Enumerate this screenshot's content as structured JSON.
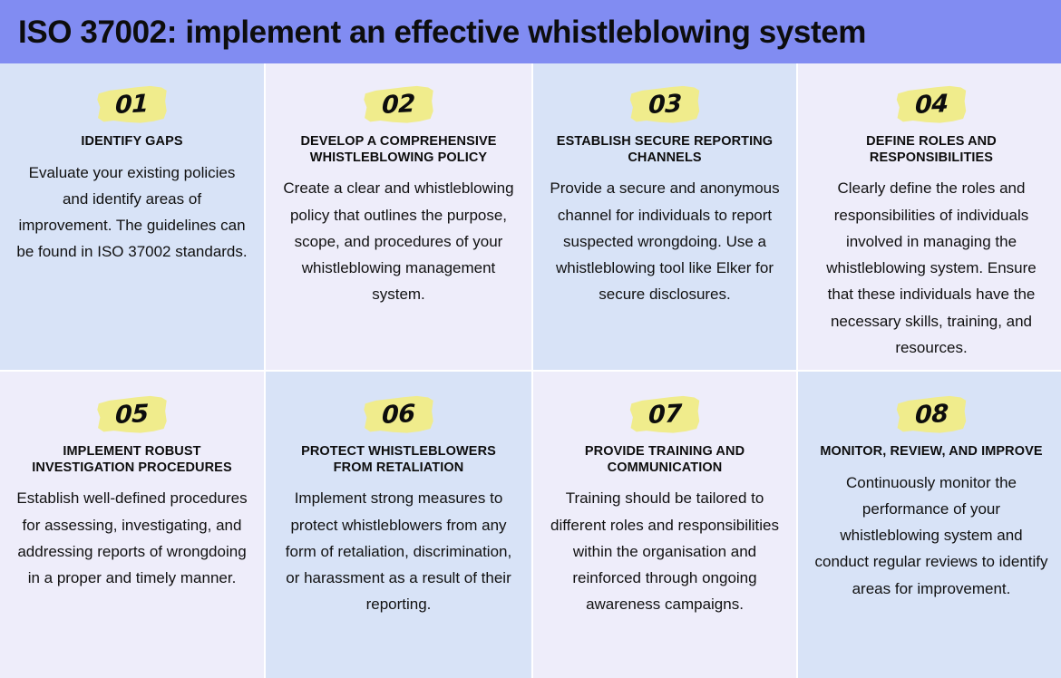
{
  "header": {
    "title": "ISO 37002: implement an effective whistleblowing system",
    "background_color": "#818cf2",
    "text_color": "#0d0d0d"
  },
  "theme": {
    "card_blue": "#d8e3f7",
    "card_lilac": "#eeedfa",
    "badge_yellow": "#f0ec8c",
    "page_background": "#ffffff"
  },
  "steps": [
    {
      "number": "01",
      "heading": "IDENTIFY GAPS",
      "body": "Evaluate your existing policies and identify areas of improvement. The guidelines can be found in ISO 37002 standards.",
      "tone": "tone-blue"
    },
    {
      "number": "02",
      "heading": "DEVELOP A COMPREHENSIVE WHISTLEBLOWING POLICY",
      "body": "Create a clear and whistleblowing policy that outlines the purpose, scope, and procedures of your whistleblowing management system.",
      "tone": "tone-lilac"
    },
    {
      "number": "03",
      "heading": "ESTABLISH SECURE REPORTING CHANNELS",
      "body": "Provide a secure and anonymous channel for individuals to report suspected wrongdoing. Use a whistleblowing tool like Elker for secure disclosures.",
      "tone": "tone-blue"
    },
    {
      "number": "04",
      "heading": "DEFINE ROLES AND RESPONSIBILITIES",
      "body": "Clearly define the roles and responsibilities of individuals involved in managing the whistleblowing system. Ensure that these individuals have the necessary skills, training, and resources.",
      "tone": "tone-lilac"
    },
    {
      "number": "05",
      "heading": "IMPLEMENT ROBUST INVESTIGATION PROCEDURES",
      "body": "Establish well-defined procedures for assessing, investigating, and addressing reports of wrongdoing in a proper and timely manner.",
      "tone": "tone-lilac"
    },
    {
      "number": "06",
      "heading": "PROTECT WHISTLEBLOWERS FROM RETALIATION",
      "body": "Implement strong measures to protect whistleblowers from any form of retaliation, discrimination, or harassment as a result of their reporting.",
      "tone": "tone-blue"
    },
    {
      "number": "07",
      "heading": "PROVIDE TRAINING AND COMMUNICATION",
      "body": "Training should be tailored to different roles and responsibilities within the organisation and reinforced through ongoing awareness campaigns.",
      "tone": "tone-lilac"
    },
    {
      "number": "08",
      "heading": "MONITOR, REVIEW, AND IMPROVE",
      "body": "Continuously monitor the performance of your whistleblowing system and conduct regular reviews to identify areas for improvement.",
      "tone": "tone-blue"
    }
  ]
}
